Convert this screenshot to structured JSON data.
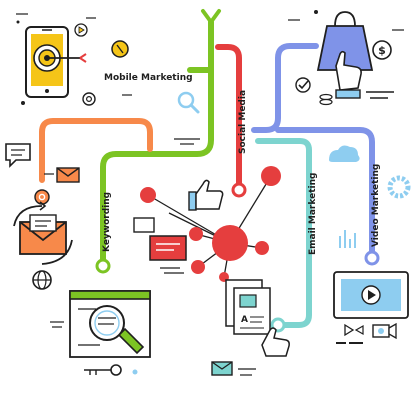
{
  "labels": {
    "mobile_marketing": "Mobile Marketing",
    "social_media": "Social Media",
    "keywording": "Keywording",
    "email_marketing": "Email Marketing",
    "video_marketing": "Video Marketing"
  },
  "colors": {
    "green": "#7cc423",
    "red": "#e53e3e",
    "blue": "#7f93e8",
    "teal": "#7dd4cf",
    "orange": "#f7894a",
    "yellow": "#f5c518",
    "lightblue": "#8ecdf0",
    "dark": "#1f1f1f"
  },
  "icons": [
    "smartphone-target-icon",
    "coin-icon",
    "play-icon",
    "at-sign-icon",
    "magnifier-icon",
    "shopping-bag-icon",
    "dollar-coin-icon",
    "hand-click-icon",
    "checkmark-icon",
    "cloud-icon",
    "gear-icon",
    "chat-bubble-icon",
    "envelope-icon",
    "email-cycle-icon",
    "globe-icon",
    "thumbs-up-icon",
    "network-graph-icon",
    "browser-magnifier-icon",
    "bar-chart-icon",
    "documents-hand-icon",
    "video-player-icon",
    "camera-icon",
    "key-icon"
  ]
}
